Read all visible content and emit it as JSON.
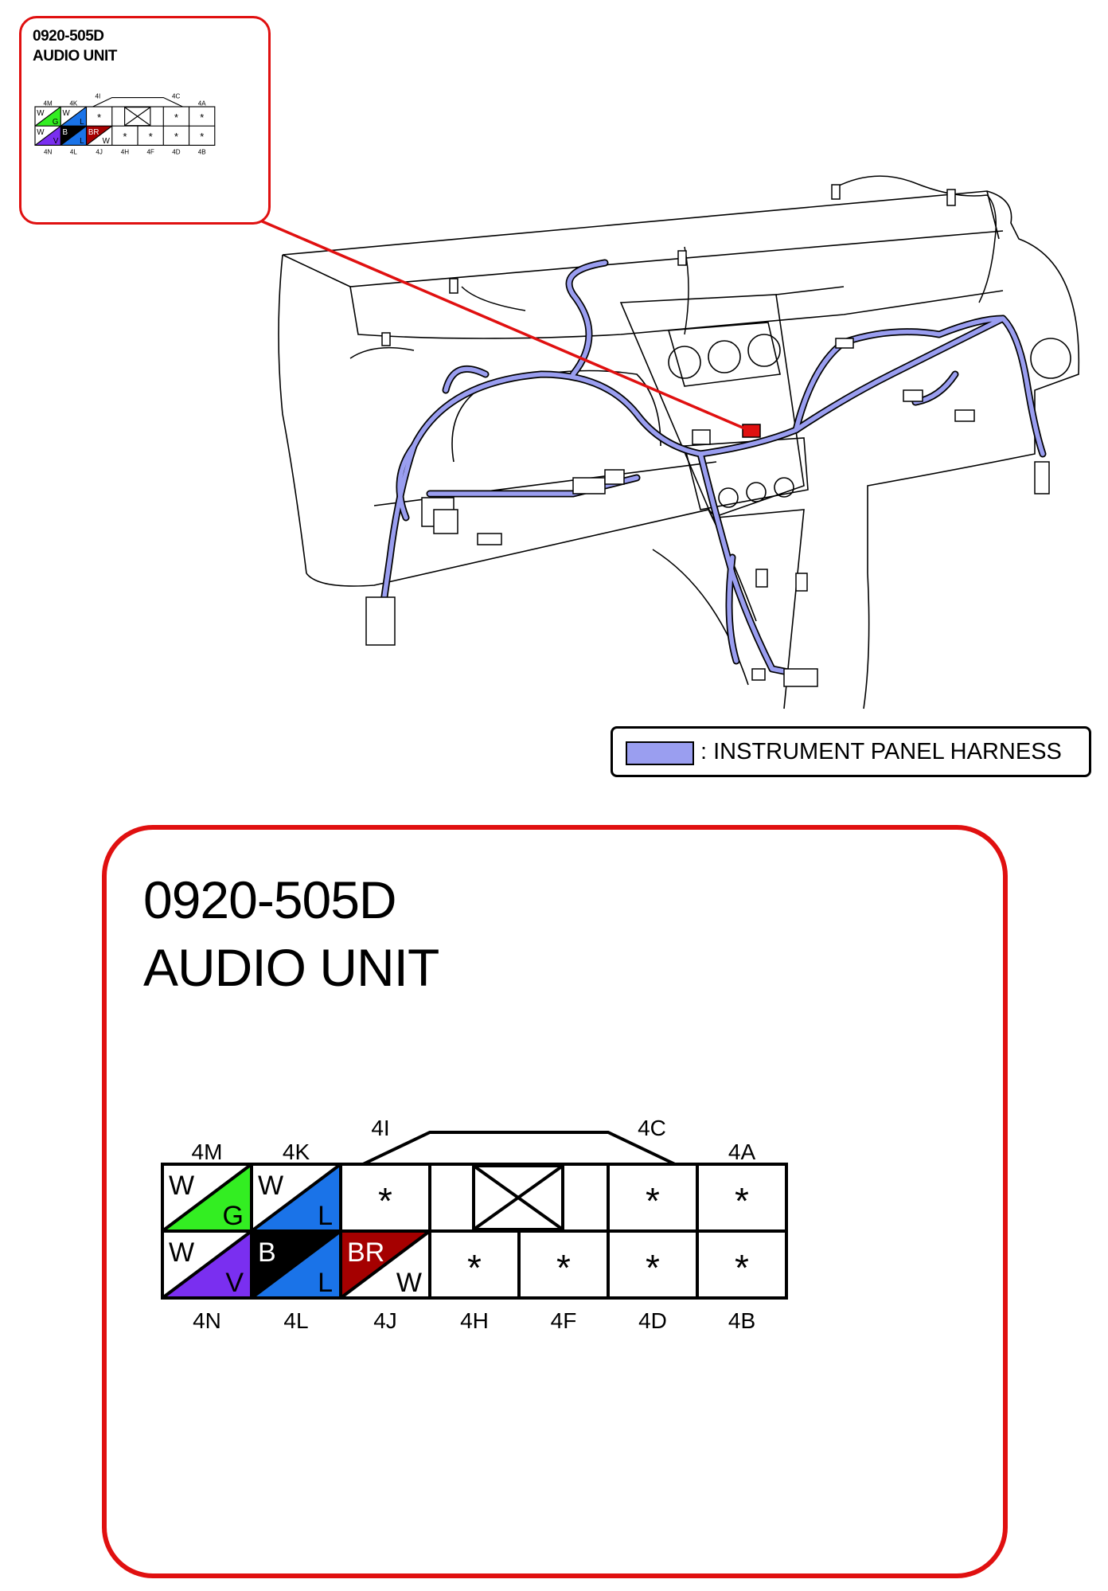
{
  "callout": {
    "code": "0920-505D",
    "name": "AUDIO UNIT"
  },
  "legend": {
    "label": ": INSTRUMENT PANEL HARNESS",
    "harness_color": "#9a9ef0"
  },
  "colors": {
    "callout_border": "#e01010",
    "G": "#33ee22",
    "L": "#1a73e8",
    "V": "#7a2ff0",
    "B": "#000000",
    "BR": "#a50000",
    "W": "#ffffff"
  },
  "connector": {
    "top_labels": [
      "4M",
      "4K",
      "4I",
      "4C",
      "4A"
    ],
    "bottom_labels": [
      "4N",
      "4L",
      "4J",
      "4H",
      "4F",
      "4D",
      "4B"
    ],
    "pins": {
      "4M": {
        "upper": "W",
        "lower": "G"
      },
      "4K": {
        "upper": "W",
        "lower": "L"
      },
      "4N": {
        "upper": "W",
        "lower": "V"
      },
      "4L": {
        "upper": "B",
        "lower": "L"
      },
      "4J": {
        "upper": "BR",
        "lower": "W"
      },
      "empty_mark": "*"
    }
  }
}
